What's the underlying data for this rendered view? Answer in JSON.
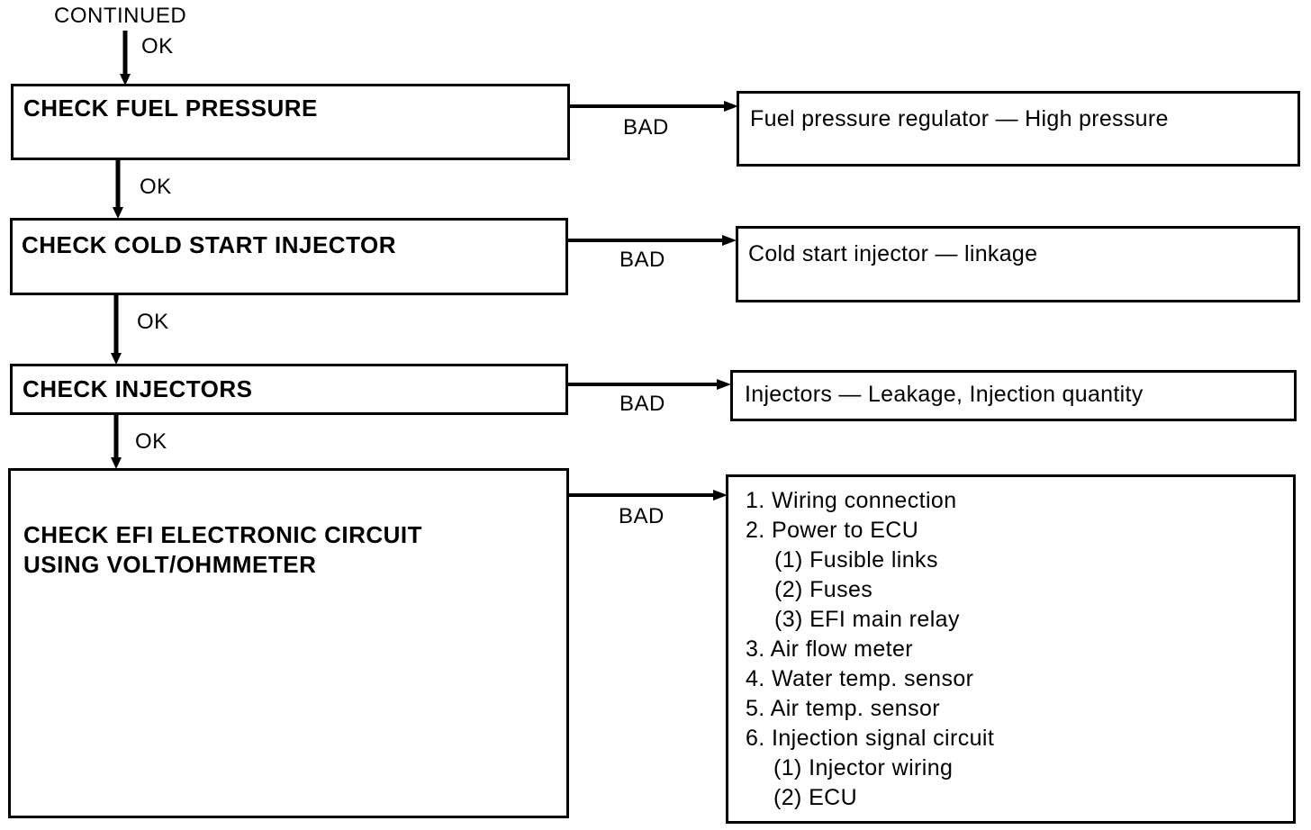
{
  "header": {
    "continued": "CONTINUED",
    "ok": "OK"
  },
  "steps": [
    {
      "title": "CHECK FUEL PRESSURE",
      "ok_label": "OK",
      "bad_label": "BAD",
      "result": "Fuel pressure regulator — High pressure"
    },
    {
      "title": "CHECK COLD START INJECTOR",
      "ok_label": "OK",
      "bad_label": "BAD",
      "result": "Cold start injector — linkage"
    },
    {
      "title": "CHECK INJECTORS",
      "ok_label": "OK",
      "bad_label": "BAD",
      "result": "Injectors — Leakage, Injection quantity"
    },
    {
      "title_line1": "CHECK EFI ELECTRONIC CIRCUIT",
      "title_line2": "USING VOLT/OHMMETER",
      "bad_label": "BAD",
      "result_items": [
        "1. Wiring connection",
        "2. Power to ECU",
        "(1)  Fusible links",
        "(2)  Fuses",
        "(3)  EFI main relay",
        "3. Air flow meter",
        "4. Water temp. sensor",
        "5. Air temp. sensor",
        "6. Injection signal circuit",
        "(1)  Injector wiring",
        "(2)  ECU"
      ]
    }
  ]
}
